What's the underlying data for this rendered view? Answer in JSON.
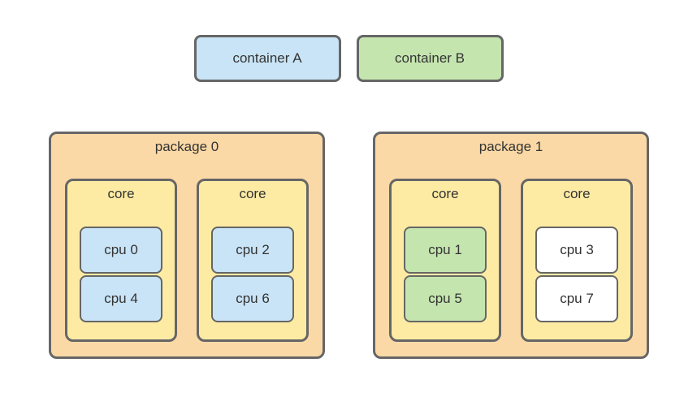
{
  "diagram": {
    "legend": [
      {
        "label": "container A",
        "fill": "blue"
      },
      {
        "label": "container B",
        "fill": "green"
      }
    ],
    "packages": [
      {
        "label": "package 0",
        "cores": [
          {
            "label": "core",
            "cpus": [
              {
                "label": "cpu 0",
                "fill": "blue"
              },
              {
                "label": "cpu 4",
                "fill": "blue"
              }
            ]
          },
          {
            "label": "core",
            "cpus": [
              {
                "label": "cpu 2",
                "fill": "blue"
              },
              {
                "label": "cpu 6",
                "fill": "blue"
              }
            ]
          }
        ]
      },
      {
        "label": "package 1",
        "cores": [
          {
            "label": "core",
            "cpus": [
              {
                "label": "cpu 1",
                "fill": "green"
              },
              {
                "label": "cpu 5",
                "fill": "green"
              }
            ]
          },
          {
            "label": "core",
            "cpus": [
              {
                "label": "cpu 3",
                "fill": "white"
              },
              {
                "label": "cpu 7",
                "fill": "white"
              }
            ]
          }
        ]
      }
    ],
    "colors": {
      "container_a_blue": "#C9E4F6",
      "container_b_green": "#C5E5AF",
      "package_orange": "#FBD9A6",
      "core_yellow": "#FDEBA4",
      "unassigned_white": "#FFFFFF",
      "border_gray": "#666666",
      "text": "#333333"
    }
  }
}
